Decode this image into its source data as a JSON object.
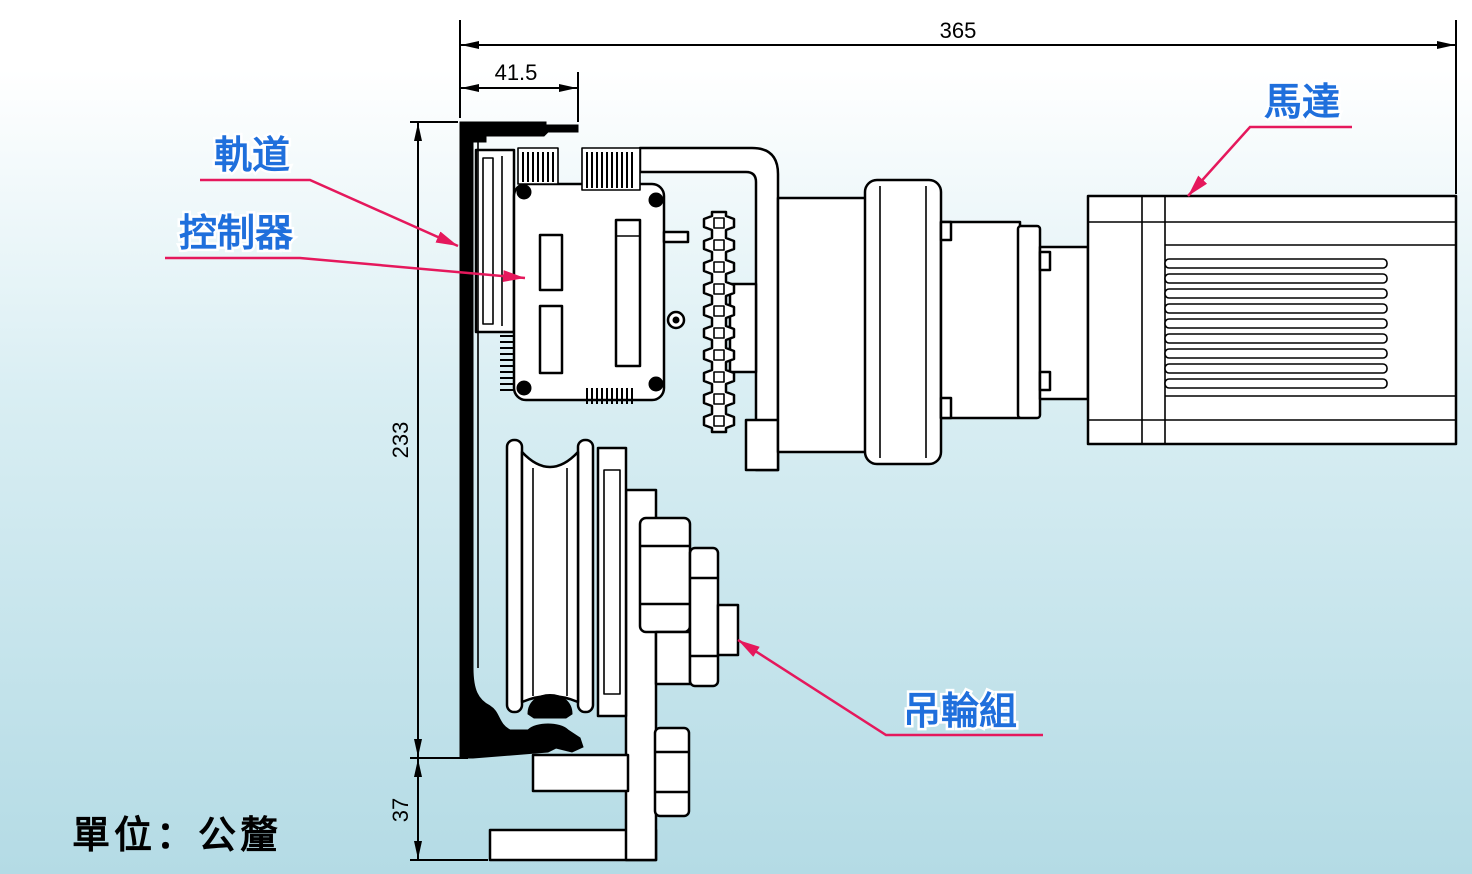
{
  "colors": {
    "label": "#1f6fdc",
    "leader": "#e5185c",
    "ink": "#000000",
    "background_top": "#ffffff",
    "background_bottom": "#b4dbe5"
  },
  "dimensions": {
    "overall_length": "365",
    "rail_flange": "41.5",
    "upper_height": "233",
    "lower_height": "37"
  },
  "labels": {
    "rail": "軌道",
    "controller": "控制器",
    "motor": "馬達",
    "wheel_assembly": "吊輪組"
  },
  "unit_note": "單位：公釐"
}
